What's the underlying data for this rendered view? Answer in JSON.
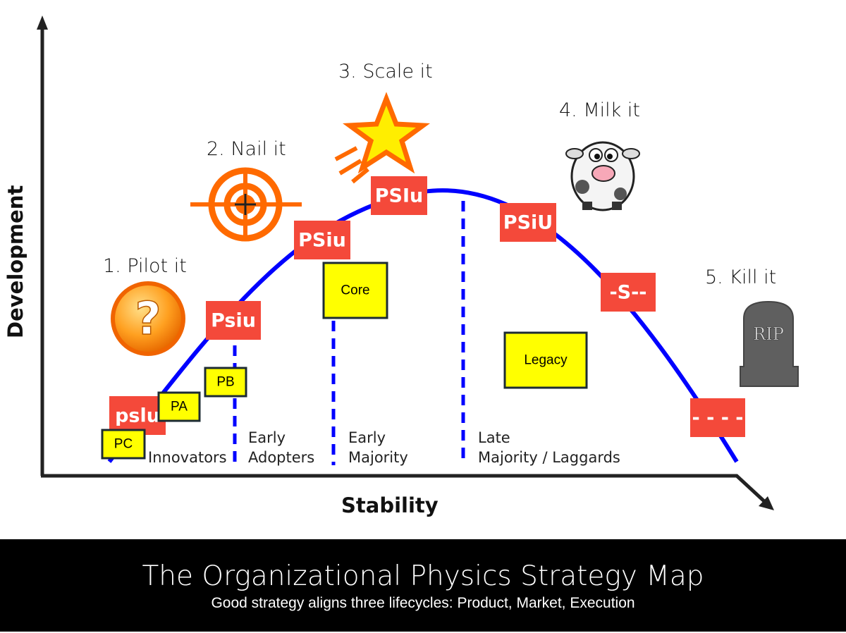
{
  "axes": {
    "y_label": "Development",
    "x_label": "Stability"
  },
  "stages": [
    "1. Pilot it",
    "2. Nail it",
    "3. Scale it",
    "4. Milk it",
    "5. Kill it"
  ],
  "segments": [
    {
      "line1": "Innovators",
      "line2": ""
    },
    {
      "line1": "Early",
      "line2": "Adopters"
    },
    {
      "line1": "Early",
      "line2": "Majority"
    },
    {
      "line1": "Late",
      "line2": "Majority / Laggards"
    }
  ],
  "lifecycle_codes": [
    "pslu",
    "Psiu",
    "PSiu",
    "PSIu",
    "PSiU",
    "-S--",
    "- - - -"
  ],
  "product_boxes": [
    "PC",
    "PA",
    "PB",
    "Core",
    "Legacy"
  ],
  "icons": [
    "question-mark-icon",
    "target-icon",
    "star-icon",
    "cow-icon",
    "tombstone-icon"
  ],
  "tombstone_text": "RIP",
  "footer": {
    "title": "The Organizational Physics Strategy Map",
    "subtitle": "Good strategy aligns three lifecycles: Product, Market, Execution"
  },
  "colors": {
    "curve": "#0000ff",
    "code_box": "#f4493a",
    "product_box": "#ffff00",
    "icon_orange": "#ff6a00"
  }
}
